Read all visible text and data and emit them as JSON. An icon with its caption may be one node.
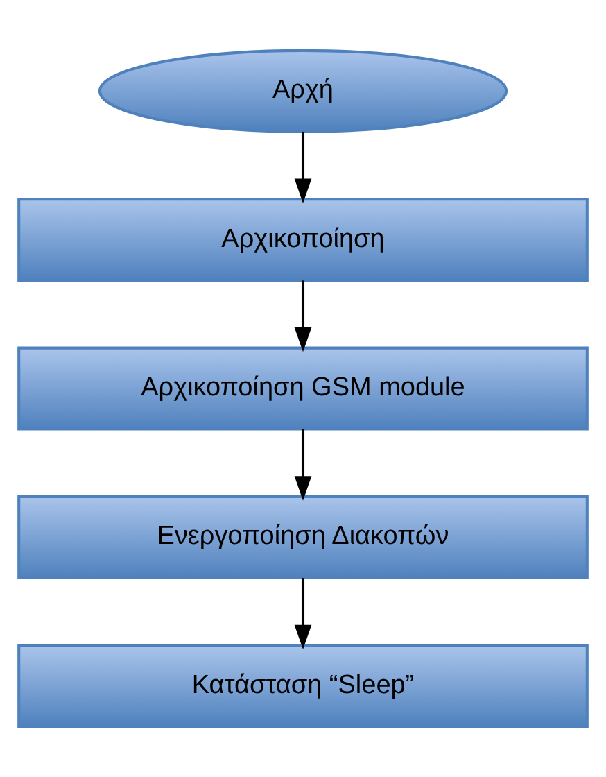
{
  "diagram": {
    "nodes": [
      {
        "text": [
          "Αρχή"
        ]
      },
      {
        "text": [
          "Αρχικοποίηση"
        ]
      },
      {
        "text": [
          "Αρχικοποίηση GSM module"
        ]
      },
      {
        "text": [
          "Ενεργοποίηση Διακοπών"
        ]
      },
      {
        "text": [
          "Κατάσταση “Sleep”"
        ]
      }
    ],
    "edges": [
      {
        "from": 0,
        "to": 1,
        "arrow": "to"
      },
      {
        "from": 1,
        "to": 2,
        "arrow": "to"
      },
      {
        "from": 2,
        "to": 3,
        "arrow": "to"
      },
      {
        "from": 3,
        "to": 4,
        "arrow": "to"
      }
    ]
  }
}
